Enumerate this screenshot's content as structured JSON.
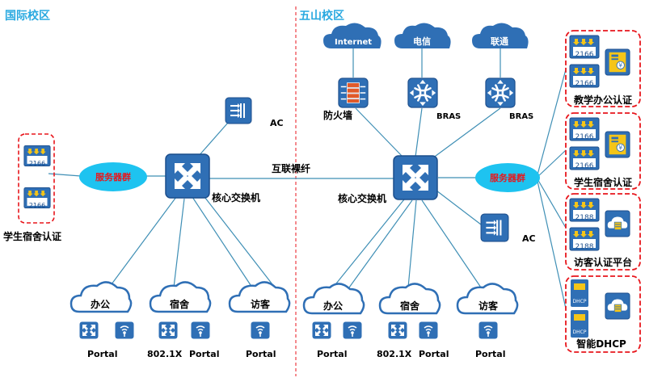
{
  "campus_labels": {
    "intl": "国际校区",
    "wushan": "五山校区"
  },
  "interconnect_label": "互联裸纤",
  "intl": {
    "core_label": "核心交换机",
    "ac_label": "AC",
    "server_group": "服务器群",
    "student_auth": {
      "title": "学生宿舍认证",
      "badge": "2166"
    },
    "groups": [
      {
        "label": "办公",
        "auth": [
          "Portal"
        ]
      },
      {
        "label": "宿舍",
        "auth": [
          "802.1X",
          "Portal"
        ]
      },
      {
        "label": "访客",
        "auth": [
          "Portal"
        ]
      }
    ]
  },
  "wushan": {
    "core_label": "核心交换机",
    "ac_label": "AC",
    "server_group": "服务器群",
    "uplinks": [
      {
        "cloud": "Internet",
        "device": "firewall",
        "label": "防火墙"
      },
      {
        "cloud": "电信",
        "device": "router",
        "label": "BRAS"
      },
      {
        "cloud": "联通",
        "device": "router",
        "label": "BRAS"
      }
    ],
    "groups": [
      {
        "label": "办公",
        "auth": [
          "Portal"
        ]
      },
      {
        "label": "宿舍",
        "auth": [
          "802.1X",
          "Portal"
        ]
      },
      {
        "label": "访客",
        "auth": [
          "Portal"
        ]
      }
    ],
    "auth_systems": [
      {
        "title": "教学办公认证",
        "badge": "2166",
        "side": "billing-icon"
      },
      {
        "title": "学生宿舍认证",
        "badge": "2166",
        "side": "billing-icon"
      },
      {
        "title": "访客认证平台",
        "badge": "2188",
        "side": "cloud-server-icon"
      },
      {
        "title": "智能DHCP",
        "badge": "DHCP",
        "side": "cloud-server-icon"
      }
    ]
  },
  "colors": {
    "campus_label": "#2aa9e0",
    "device_blue": "#2f6fb5",
    "line_teal": "#3f8fb5",
    "server_ellipse": "#1ec3f0",
    "server_text": "#e8161c",
    "red_dash": "#e8161c",
    "firewall_red": "#e05a2a"
  }
}
